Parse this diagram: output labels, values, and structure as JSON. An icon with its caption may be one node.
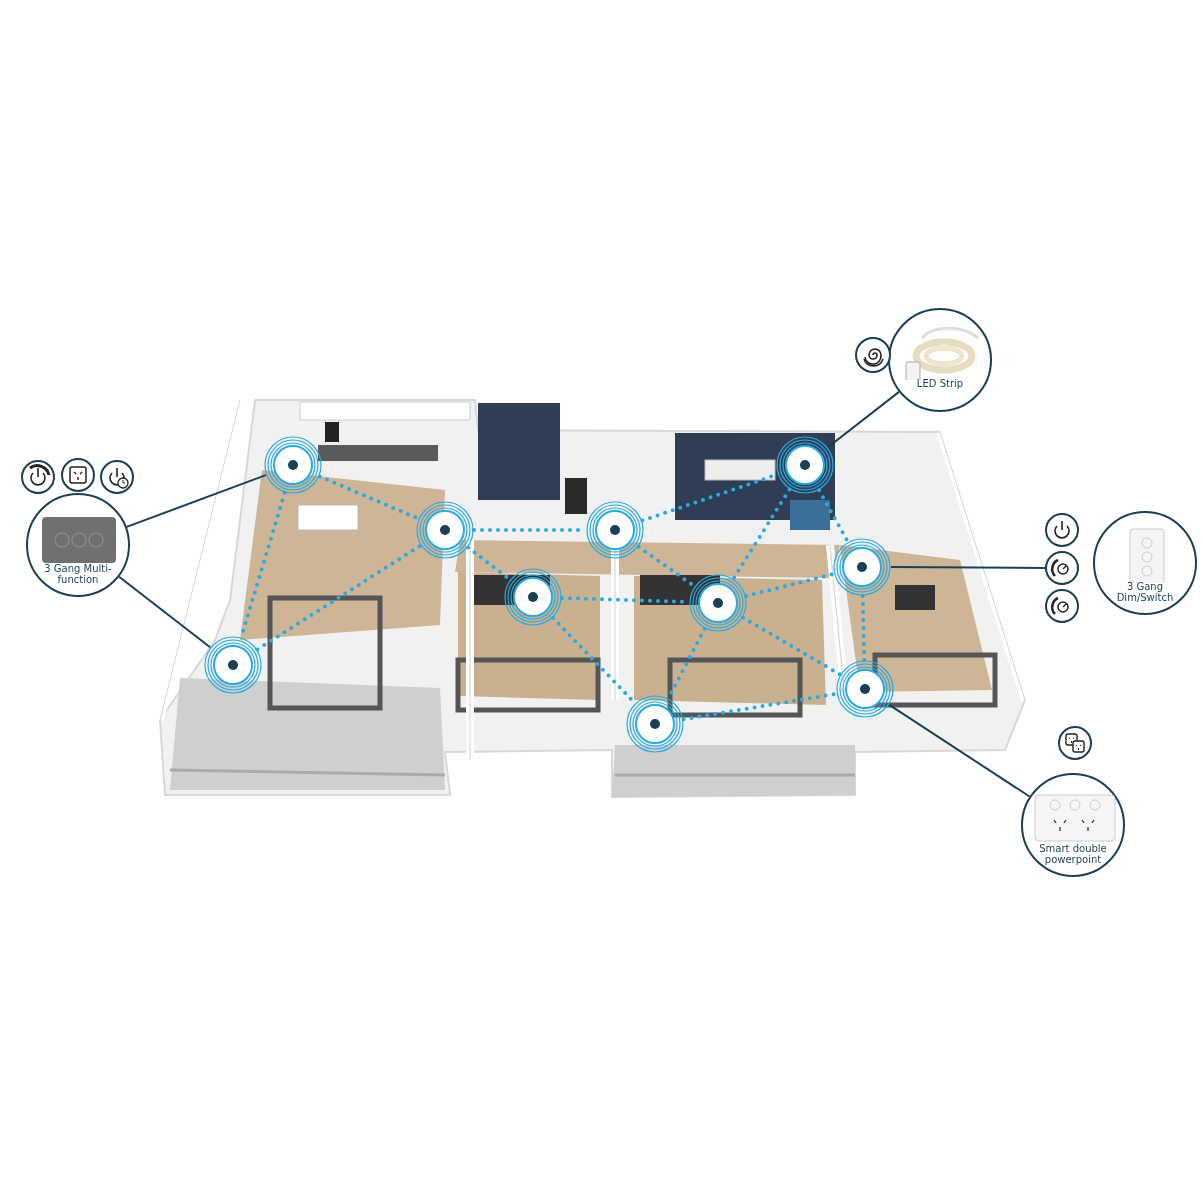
{
  "diagram": {
    "nodes": [
      {
        "text": [
          "LED Strip"
        ]
      },
      {
        "text": [],
        "shape": "circle"
      },
      {
        "text": [],
        "shape": "circle"
      },
      {
        "text": [],
        "shape": "circle"
      },
      {
        "text": [],
        "shape": "circle"
      },
      {
        "text": [],
        "shape": "circle"
      },
      {
        "text": [],
        "shape": "circle"
      },
      {
        "text": [
          "3 Gang Multi-function"
        ]
      },
      {
        "text": [],
        "shape": "circle"
      },
      {
        "text": [],
        "shape": "circle"
      },
      {
        "text": [],
        "shape": "circle"
      },
      {
        "text": [
          "3 Gang Dim/Switch"
        ]
      },
      {
        "text": [],
        "shape": "circle"
      },
      {
        "text": [],
        "shape": "circle"
      },
      {
        "text": [],
        "shape": "circle"
      },
      {
        "text": [],
        "shape": "circle"
      },
      {
        "text": [],
        "shape": "circle"
      },
      {
        "text": [],
        "shape": "circle"
      },
      {
        "text": [],
        "shape": "circle"
      },
      {
        "text": [],
        "shape": "circle"
      },
      {
        "text": [],
        "shape": "circle"
      },
      {
        "text": [
          "Smart double powerpoint"
        ]
      }
    ],
    "edges": [
      {
        "from": 5,
        "to": 8,
        "arrow": "none",
        "style": "dashed"
      },
      {
        "from": 5,
        "to": 17,
        "arrow": "none",
        "style": "dashed"
      },
      {
        "from": 17,
        "to": 8,
        "arrow": "none",
        "style": "dashed"
      },
      {
        "from": 8,
        "to": 9,
        "arrow": "none",
        "style": "dashed"
      },
      {
        "from": 8,
        "to": 14,
        "arrow": "none",
        "style": "dashed"
      },
      {
        "from": 9,
        "to": 6,
        "arrow": "none",
        "style": "dashed"
      },
      {
        "from": 9,
        "to": 15,
        "arrow": "none",
        "style": "dashed"
      },
      {
        "from": 6,
        "to": 15,
        "arrow": "none",
        "style": "dashed"
      },
      {
        "from": 6,
        "to": 12,
        "arrow": "none",
        "style": "dashed"
      },
      {
        "from": 14,
        "to": 15,
        "arrow": "none",
        "style": "dashed"
      },
      {
        "from": 14,
        "to": 19,
        "arrow": "none",
        "style": "dashed"
      },
      {
        "from": 15,
        "to": 12,
        "arrow": "none",
        "style": "dashed"
      },
      {
        "from": 15,
        "to": 18,
        "arrow": "none",
        "style": "dashed"
      },
      {
        "from": 15,
        "to": 19,
        "arrow": "none",
        "style": "dashed"
      },
      {
        "from": 19,
        "to": 18,
        "arrow": "none",
        "style": "dashed"
      },
      {
        "from": 12,
        "to": 18,
        "arrow": "none",
        "style": "dashed"
      },
      {
        "from": 7,
        "to": 5,
        "arrow": "none",
        "color": "#1b3f55"
      },
      {
        "from": 7,
        "to": 17,
        "arrow": "none",
        "color": "#1b3f55"
      },
      {
        "from": 0,
        "to": 6,
        "arrow": "none",
        "color": "#1b3f55"
      },
      {
        "from": 12,
        "to": 13,
        "arrow": "none",
        "color": "#1b3f55"
      },
      {
        "from": 18,
        "to": 21,
        "arrow": "none",
        "color": "#1b3f55"
      }
    ]
  }
}
